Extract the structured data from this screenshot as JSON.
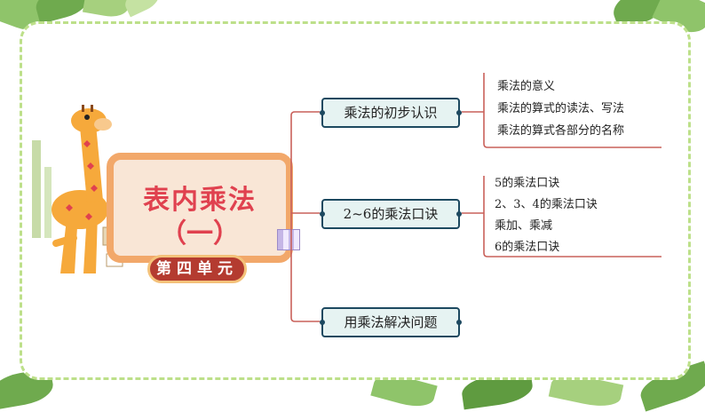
{
  "title": {
    "main": "表内乘法",
    "sub": "（一）",
    "unit": "第四单元"
  },
  "branches": [
    {
      "label": "乘法的初步认识",
      "items": [
        "乘法的意义",
        "乘法的算式的读法、写法",
        "乘法的算式各部分的名称"
      ]
    },
    {
      "label": "2~6的乘法口诀",
      "items": [
        "5的乘法口诀",
        "2、3、4的乘法口诀",
        "乘加、乘减",
        "6的乘法口诀"
      ]
    },
    {
      "label": "用乘法解决问题",
      "items": []
    }
  ],
  "colors": {
    "border_dash": "#bde08a",
    "title_red": "#e0414f",
    "frame_orange": "#f2a86a",
    "unit_pill": "#b43b30",
    "node_fill": "#e6f3f2",
    "node_border": "#1d4960",
    "line": "#c9605a"
  }
}
